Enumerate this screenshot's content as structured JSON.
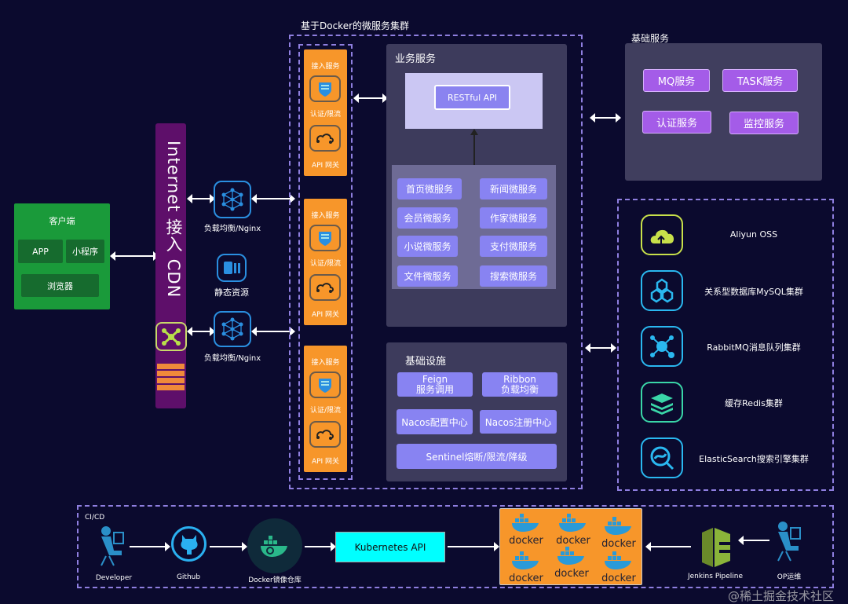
{
  "client": {
    "title": "客户端",
    "items": [
      "APP",
      "小程序",
      "浏览器"
    ]
  },
  "cdn": {
    "label": "Internet 接入 CDN"
  },
  "edge": {
    "lb_label": "负载均衡/Nginx",
    "static_label": "静态资源"
  },
  "cluster": {
    "title": "基于Docker的微服务集群",
    "gateway": {
      "access": "接入服务",
      "auth": "认证/限流",
      "api": "API 网关"
    },
    "business": {
      "title": "业务服务",
      "restful": "RESTful API",
      "services": [
        "首页微服务",
        "新闻微服务",
        "会员微服务",
        "作家微服务",
        "小说微服务",
        "支付微服务",
        "文件微服务",
        "搜索微服务"
      ]
    },
    "infra": {
      "title": "基础设施",
      "feign": [
        "Feign",
        "服务调用"
      ],
      "ribbon": [
        "Ribbon",
        "负载均衡"
      ],
      "nacos_config": "Nacos配置中心",
      "nacos_registry": "Nacos注册中心",
      "sentinel": "Sentinel熔断/限流/降级"
    }
  },
  "base_services": {
    "title": "基础服务",
    "items": [
      "MQ服务",
      "TASK服务",
      "认证服务",
      "监控服务"
    ]
  },
  "storage": {
    "items": [
      {
        "label": "Aliyun OSS",
        "icon": "cloud-upload-icon",
        "color": "#c8e04a"
      },
      {
        "label": "关系型数据库MySQL集群",
        "icon": "hexagons-icon",
        "color": "#2ab8f0"
      },
      {
        "label": "RabbitMQ消息队列集群",
        "icon": "message-hub-icon",
        "color": "#2ab8f0"
      },
      {
        "label": "缓存Redis集群",
        "icon": "layers-icon",
        "color": "#3ad6a8"
      },
      {
        "label": "ElasticSearch搜索引擎集群",
        "icon": "search-icon",
        "color": "#2ab8f0"
      }
    ]
  },
  "cicd": {
    "title": "CI/CD",
    "developer": "Developer",
    "github": "Github",
    "registry": "Docker镜像仓库",
    "k8s": "Kubernetes API",
    "docker": "docker",
    "jenkins": "Jenkins Pipeline",
    "op": "OP运维"
  },
  "watermark": "@稀土掘金技术社区",
  "colors": {
    "background": "#0b0a2e",
    "client": "#1a9a3a",
    "cdn": "#5e0f6a",
    "gateway": "#f7962a",
    "service": "#8883f2",
    "base": "#a45ce8",
    "k8s": "#00ffff"
  }
}
